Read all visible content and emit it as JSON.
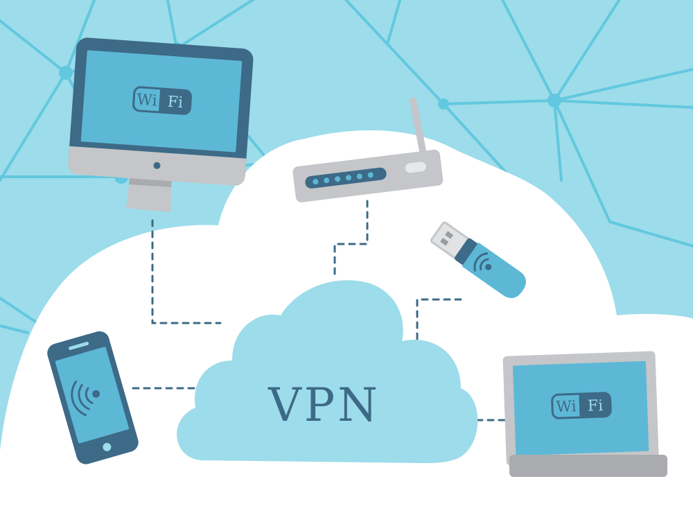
{
  "center_label": "VPN",
  "monitor": {
    "badge_left": "Wi",
    "badge_right": "Fi"
  },
  "laptop": {
    "badge_left": "Wi",
    "badge_right": "Fi"
  },
  "colors": {
    "background": "#9ddcea",
    "mesh_line": "#5fc9e0",
    "big_cloud": "#ffffff",
    "vpn_cloud": "#9ddcea",
    "screen_blue": "#5db8d6",
    "dark_frame": "#3d6a87",
    "silver": "#c4c6c9",
    "label_text": "#3d6a87"
  }
}
